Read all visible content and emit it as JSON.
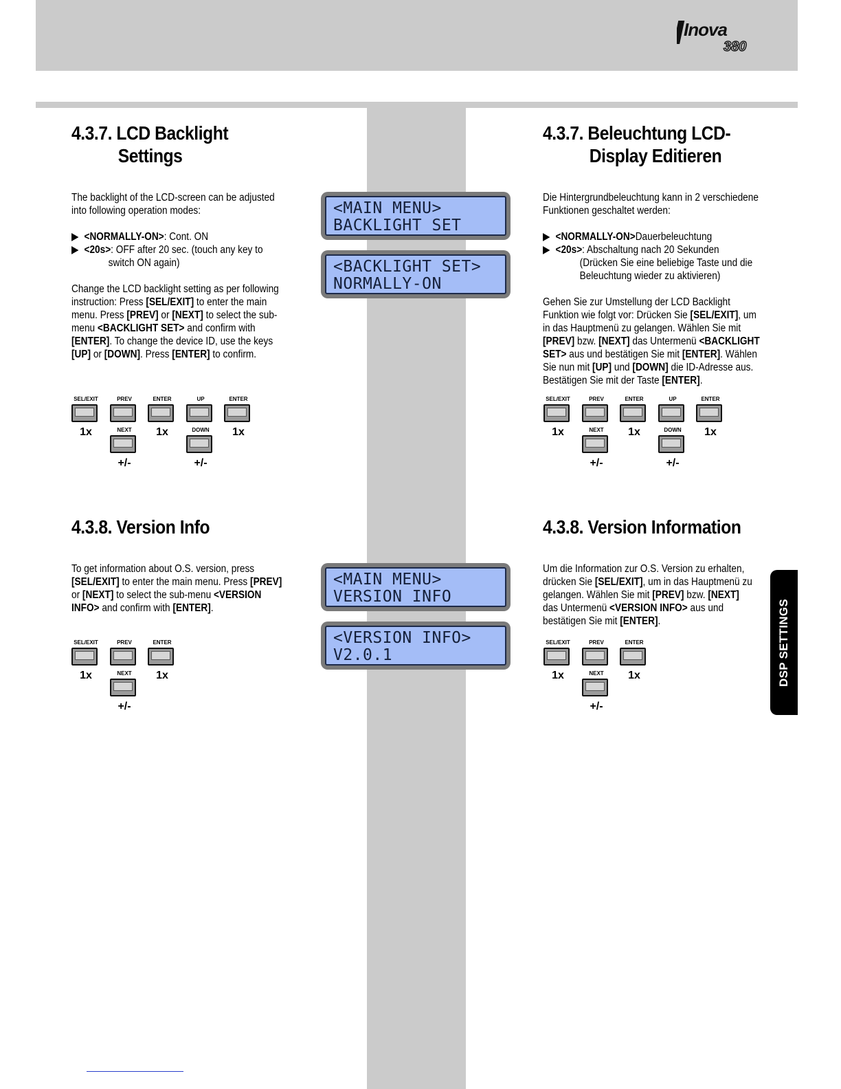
{
  "header": {
    "logo_word": "Inova",
    "logo_model": "380"
  },
  "side_tab": {
    "label": "DSP SETTINGS"
  },
  "sections": {
    "backlight_en": {
      "number": "4.3.7.",
      "title_line1": "LCD Backlight",
      "title_line2": "Settings",
      "intro": "The backlight of the LCD-screen can be adjusted into following operation modes:",
      "bullet1_key": "<NORMALLY-ON>",
      "bullet1_text": ": Cont. ON",
      "bullet2_key": "<20s>",
      "bullet2_text": ": OFF after 20 sec. (touch any key to",
      "bullet2_cont": "switch ON again)",
      "p_a": "Change the LCD backlight setting as per following instruction: Press ",
      "p_b": "[SEL/EXIT]",
      "p_c": " to enter the main menu. Press ",
      "p_d": "[PREV]",
      "p_e": " or ",
      "p_f": "[NEXT]",
      "p_g": " to select the sub-menu ",
      "p_h": "<BACKLIGHT SET>",
      "p_i": " and confirm with ",
      "p_j": "[ENTER]",
      "p_k": ". To change the device ID, use the keys ",
      "p_l": "[UP]",
      "p_m": " or ",
      "p_n": "[DOWN]",
      "p_o": ". Press ",
      "p_p": "[ENTER]",
      "p_q": " to confirm."
    },
    "backlight_de": {
      "number": "4.3.7.",
      "title_line1": "Beleuchtung LCD-",
      "title_line2": "Display Editieren",
      "intro": "Die Hintergrundbeleuchtung kann in 2 verschiedene Funktionen geschaltet werden:",
      "bullet1_key": "<NORMALLY-ON>",
      "bullet1_text": "Dauerbeleuchtung",
      "bullet2_key": "<20s>",
      "bullet2_text": ": Abschaltung nach 20 Sekunden",
      "bullet2_cont": "(Drücken Sie eine beliebige Taste und die Beleuchtung wieder zu aktivieren)",
      "p_a": "Gehen Sie zur Umstellung der LCD Backlight Funktion wie folgt vor: Drücken Sie ",
      "p_b": "[SEL/EXIT]",
      "p_c": ", um in das Hauptmenü zu gelangen. Wählen Sie mit ",
      "p_d": "[PREV]",
      "p_e": " bzw. ",
      "p_f": "[NEXT]",
      "p_g": " das Untermenü ",
      "p_h": "<BACKLIGHT SET>",
      "p_i": " aus und bestätigen Sie mit ",
      "p_j": "[ENTER]",
      "p_k": ". Wählen Sie nun mit ",
      "p_l": "[UP]",
      "p_m": " und ",
      "p_n": "[DOWN]",
      "p_o": " die ID-Adresse aus. Bestätigen Sie mit der Taste ",
      "p_p": "[ENTER]",
      "p_q": "."
    },
    "version_en": {
      "number": "4.3.8.",
      "title": "Version Info",
      "p_a": "To get information about O.S. version, press ",
      "p_b": "[SEL/EXIT]",
      "p_c": " to enter the main menu. Press ",
      "p_d": "[PREV]",
      "p_e": " or ",
      "p_f": "[NEXT]",
      "p_g": " to select the sub-menu ",
      "p_h": "<VERSION INFO>",
      "p_i": " and confirm with ",
      "p_j": "[ENTER]",
      "p_k": "."
    },
    "version_de": {
      "number": "4.3.8.",
      "title": "Version Information",
      "p_a": "Um die Information zur O.S. Version zu erhalten, drücken Sie ",
      "p_b": "[SEL/EXIT]",
      "p_c": ", um in das Hauptmenü zu gelangen. Wählen Sie mit ",
      "p_d": "[PREV]",
      "p_e": " bzw. ",
      "p_f": "[NEXT]",
      "p_g": " das Untermenü ",
      "p_h": "<VERSION INFO>",
      "p_i": " aus und bestätigen Sie mit ",
      "p_j": "[ENTER]",
      "p_k": "."
    }
  },
  "lcds": {
    "backlight_main": {
      "line1": "<MAIN MENU>",
      "line2": "BACKLIGHT SET"
    },
    "backlight_sub": {
      "line1": "<BACKLIGHT SET>",
      "line2": "NORMALLY-ON"
    },
    "version_main": {
      "line1": "<MAIN MENU>",
      "line2": "VERSION INFO"
    },
    "version_sub": {
      "line1": "<VERSION INFO>",
      "line2": "V2.0.1"
    }
  },
  "keys": {
    "sel_exit": "SEL/EXIT",
    "prev": "PREV",
    "enter": "ENTER",
    "up": "UP",
    "next": "NEXT",
    "down": "DOWN",
    "once": "1x",
    "plus_minus": "+/-"
  }
}
